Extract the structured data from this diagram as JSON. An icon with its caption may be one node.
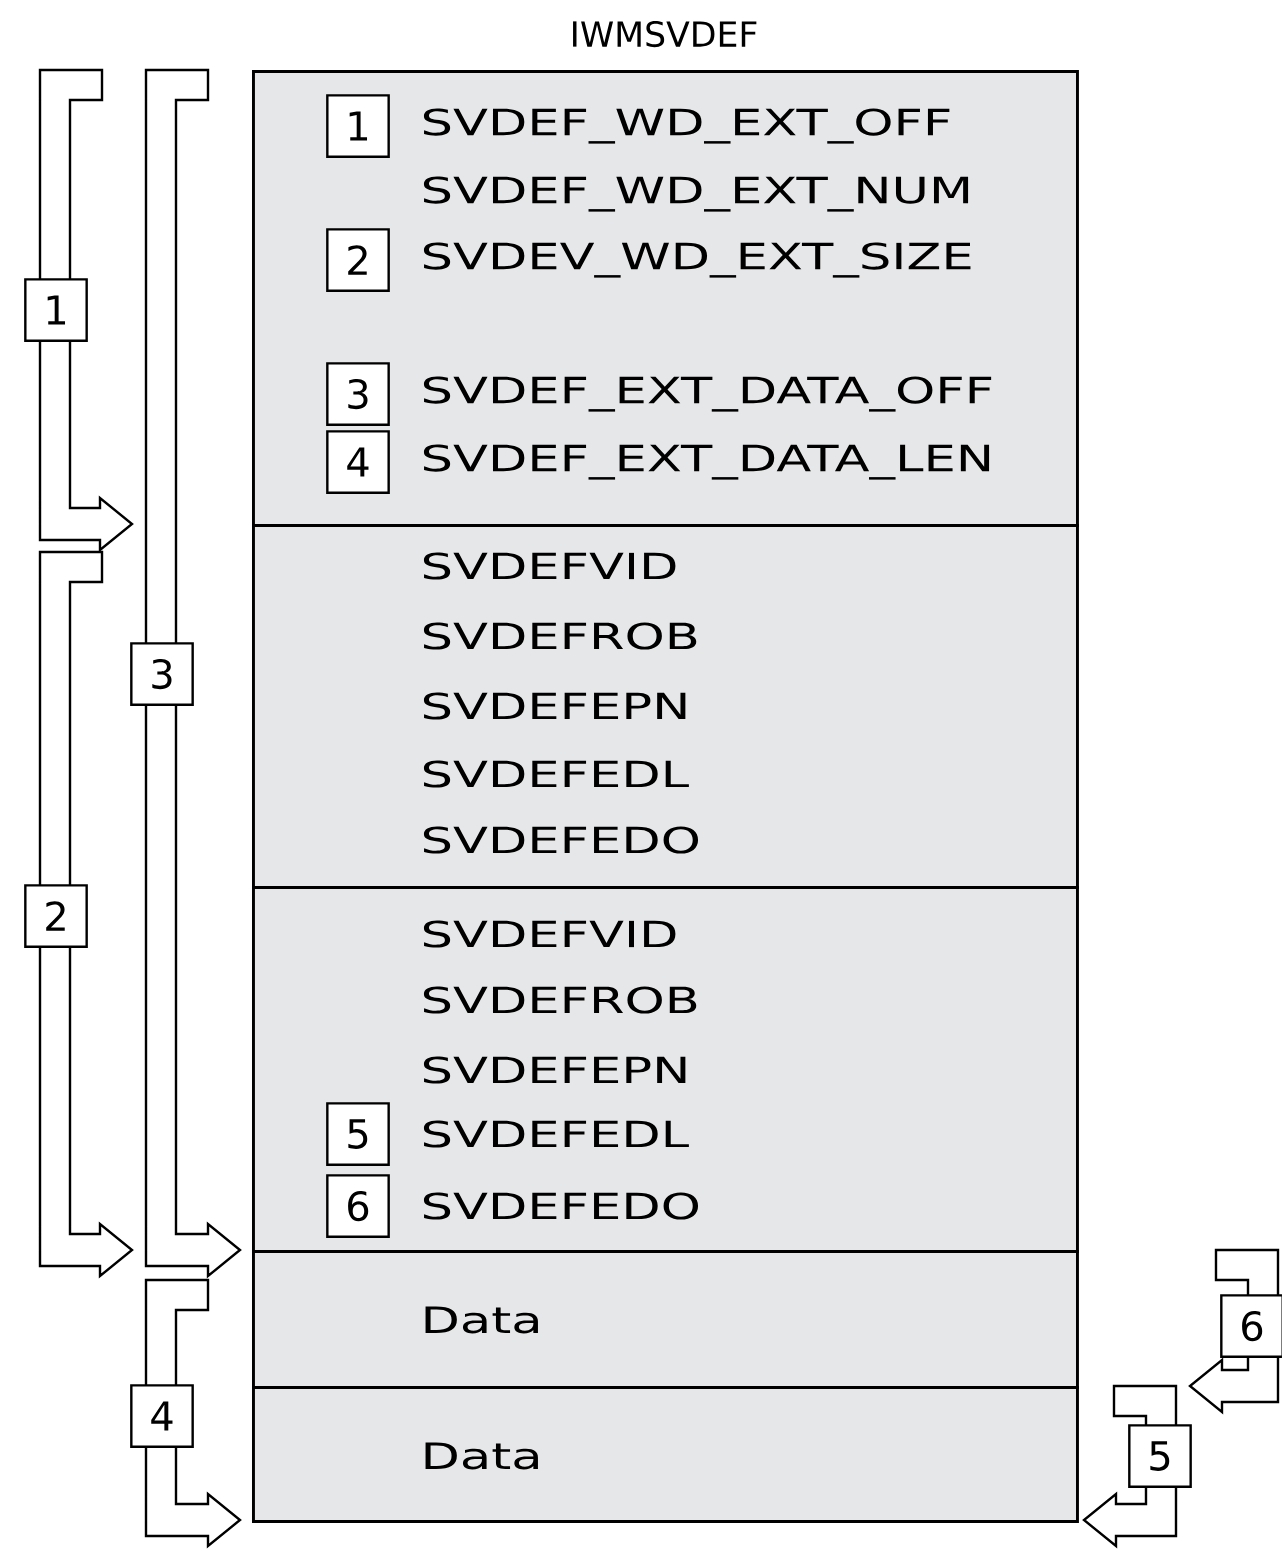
{
  "diagram": {
    "title": "IWMSVDEF",
    "nodes": [
      {
        "text": [
          "1",
          "SVDEF_WD_EXT_OFF",
          "SVDEF_WD_EXT_NUM",
          "2",
          "SVDEV_WD_EXT_SIZE",
          "3",
          "SVDEF_EXT_DATA_OFF",
          "4",
          "SVDEF_EXT_DATA_LEN"
        ]
      },
      {
        "text": [
          "SVDEFVID",
          "SVDEFROB",
          "SVDEFEPN",
          "SVDEFEDL",
          "SVDEFEDO"
        ]
      },
      {
        "text": [
          "SVDEFVID",
          "SVDEFROB",
          "SVDEFEPN",
          "5",
          "SVDEFEDL",
          "6",
          "SVDEFEDO"
        ]
      },
      {
        "text": [
          "Data"
        ]
      },
      {
        "text": [
          "Data"
        ]
      }
    ],
    "edges": [
      {
        "from": 0,
        "to": 1,
        "arrow": "to",
        "label": "1"
      },
      {
        "from": 1,
        "to": 3,
        "arrow": "to",
        "label": "2"
      },
      {
        "from": 0,
        "to": 3,
        "arrow": "to",
        "label": "3"
      },
      {
        "from": 3,
        "to": 4,
        "arrow": "to",
        "label": "4"
      },
      {
        "from": 3,
        "to": 4,
        "arrow": "to",
        "label": "6"
      },
      {
        "from": null,
        "to": 4,
        "arrow": "to",
        "label": "5"
      }
    ]
  }
}
